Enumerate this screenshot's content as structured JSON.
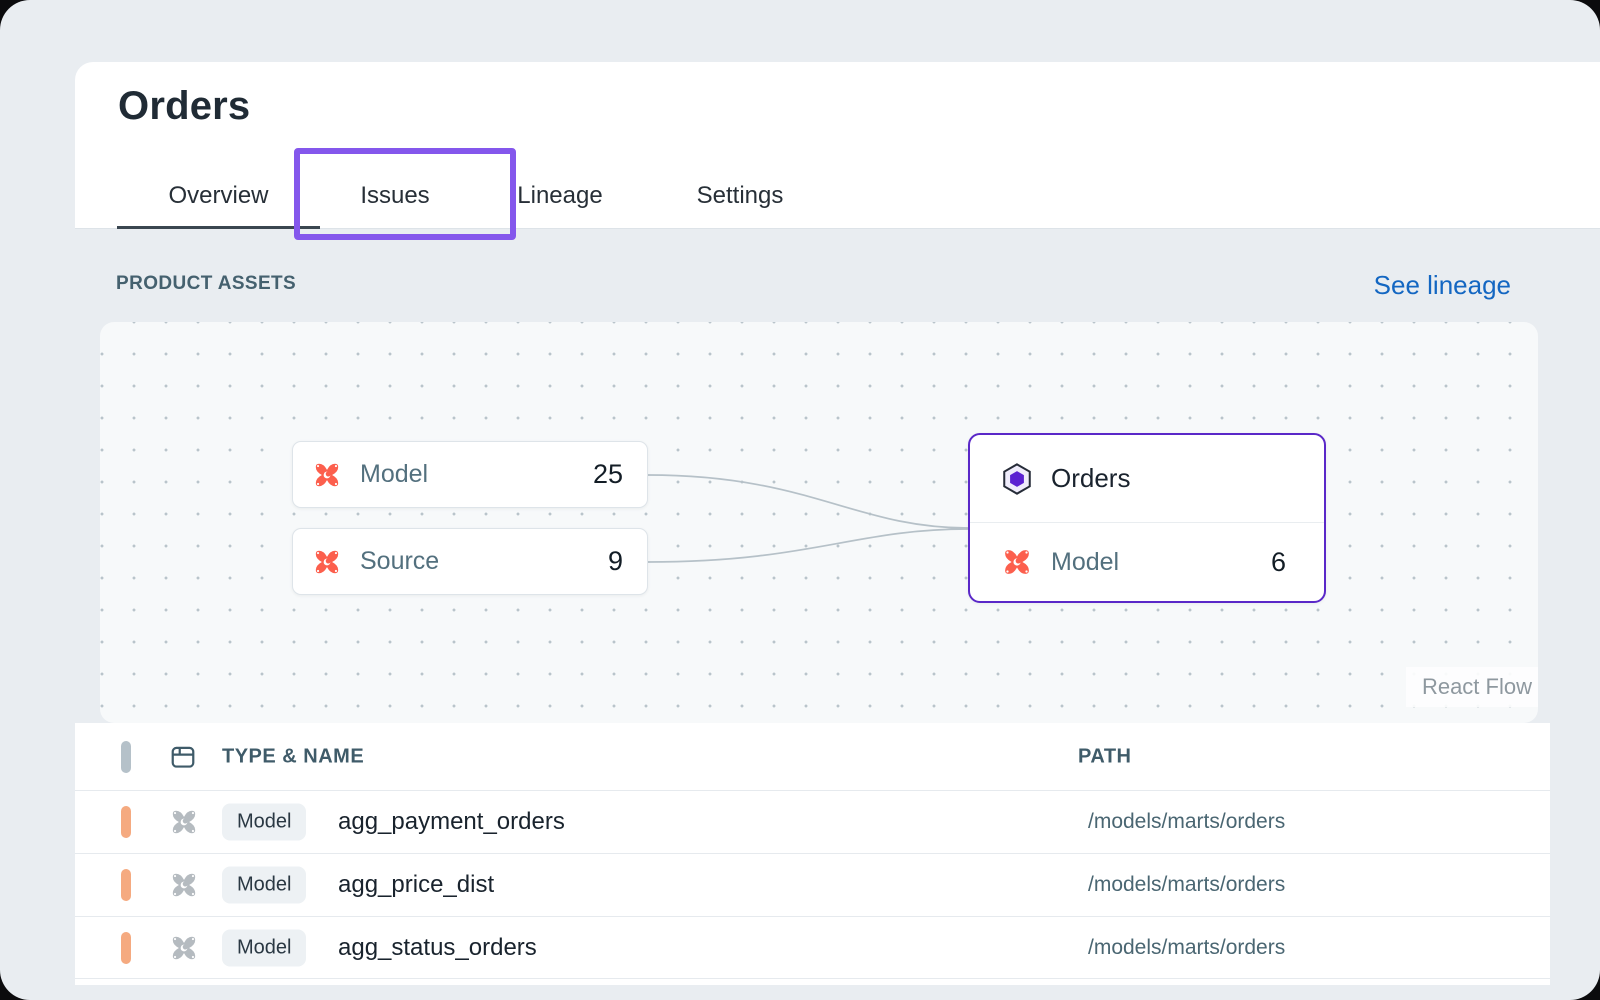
{
  "page": {
    "title": "Orders",
    "tabs": [
      {
        "label": "Overview",
        "state": "active"
      },
      {
        "label": "Issues",
        "state": "highlighted"
      },
      {
        "label": "Lineage",
        "state": "default"
      },
      {
        "label": "Settings",
        "state": "default"
      }
    ]
  },
  "product_assets": {
    "heading": "PRODUCT ASSETS",
    "see_lineage": "See lineage",
    "flow": {
      "attribution": "React Flow",
      "model_node": {
        "icon": "dbt-icon",
        "label": "Model",
        "count": "25"
      },
      "source_node": {
        "icon": "dbt-icon",
        "label": "Source",
        "count": "9"
      },
      "orders_node": {
        "title_icon": "hexagon-icon",
        "title": "Orders",
        "sub_icon": "dbt-icon",
        "sub_label": "Model",
        "sub_count": "6"
      }
    },
    "table": {
      "columns": [
        {
          "label": "TYPE & NAME"
        },
        {
          "label": "PATH"
        }
      ],
      "rows": [
        {
          "type_badge": "Model",
          "name": "agg_payment_orders",
          "path": "/models/marts/orders"
        },
        {
          "type_badge": "Model",
          "name": "agg_price_dist",
          "path": "/models/marts/orders"
        },
        {
          "type_badge": "Model",
          "name": "agg_status_orders",
          "path": "/models/marts/orders"
        }
      ]
    }
  },
  "colors": {
    "annotation_purple": "#8457ec",
    "node_border_purple": "#5a28c8",
    "hexagon_purple": "#5b21d1",
    "dbt_orange": "#fc5f4d",
    "link_blue": "#1467c2",
    "row_marker_orange": "#f5aa80",
    "active_tab_underline": "#3a4650"
  }
}
